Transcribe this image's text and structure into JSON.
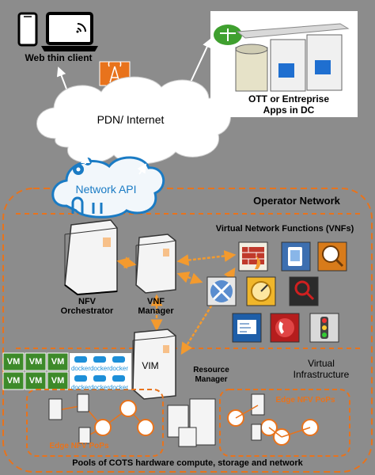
{
  "labels": {
    "web_thin_client": "Web thin client",
    "pdn_internet": "PDN/ Internet",
    "ott_apps": "OTT or Entreprise\nApps in DC",
    "network_api": "Network API",
    "operator_network": "Operator Network",
    "vnfs": "Virtual Network Functions (VNFs)",
    "nfv_orchestrator": "NFV\nOrchestrator",
    "vnf_manager": "VNF\nManager",
    "vim": "VIM",
    "resource_manager": "Resource\nManager",
    "virtual_infrastructure": "Virtual\nInfrastructure",
    "vm": "VM",
    "docker": "docker",
    "edge_pops_left": "Edge NFV PoPs",
    "edge_pops_right": "Edge NFV PoPs",
    "pools": "Pools of COTS hardware  compute, storage and network"
  },
  "colors": {
    "background": "#8c8c8c",
    "orange": "#e8731c",
    "arrow_orange": "#f39a2e",
    "vm_green": "#3d8a2a",
    "docker_blue": "#1d8fd8",
    "cloud_blue": "#1a7bc4"
  },
  "icons": {
    "vnf_icons": [
      "firewall-icon",
      "tablet-app-icon",
      "search-icon",
      "satellite-icon",
      "gauge-icon",
      "magnifier-icon",
      "id-card-icon",
      "phone-icon",
      "traffic-light-icon"
    ]
  }
}
